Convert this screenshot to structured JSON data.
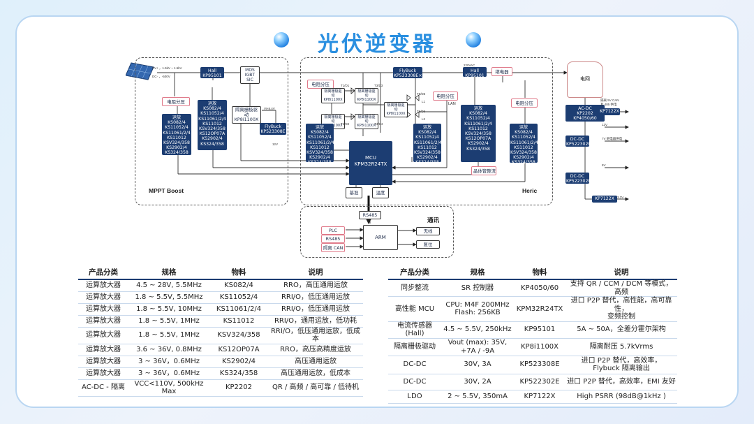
{
  "page": {
    "title": "光伏逆变器"
  },
  "diagram": {
    "sections": {
      "mppt": "MPPT Boost",
      "heric": "Heric",
      "comm": "通讯"
    },
    "panel_text": {
      "pv_plus": "PV+ ，1.5kV ~ 1.5kV",
      "dc_minus": "DC- ，-500V"
    },
    "grid": "电网",
    "labels": {
      "hall1": "Hall\nKP95101",
      "mos": "MOS\nIGBT\nSIC",
      "div_mppt": "电阻分压",
      "opamp1": "运放\nKS082/4\nKS11052/4\nKS11061/2/4\nKS11012\nKSV324/358\nKS2902/4\nKS324/358",
      "opamp2": "运放\nKS082/4\nKS11052/4\nKS11061/2/4\nKS11012\nKSV324/358\nKS12OP07A\nKS2902/4\nKS324/358",
      "gate_mppt": "隔离栅极驱动\nKP8i1100X",
      "vcc_label": "Vi+8.4V",
      "flyback1": "FlyBuck\nKP523308E",
      "flyback1_out": "12V",
      "div_heric": "电阻分压",
      "gd_a": "隔离栅极驱动\nKP8i1100X",
      "gd_b": "隔离栅极驱动\nKP8i1100X",
      "gd_c": "隔离栅极驱动\nKP8i1100X",
      "gd_d": "隔离栅极驱动\nKP8i1100X",
      "gd_e": "隔离栅极驱动\nKP8i1100X",
      "flybuck2": "FlyBuck\nKP523308E×6",
      "hall2": "Hall\nKP95101",
      "hall2_top": "220VAC",
      "relay": "继电器",
      "div_ac": "电阻分压",
      "div_grid": "电阻分压",
      "lan": "LAN",
      "opamp3": "运放\nKS082/4\nKS11052/4\nKS11061/2/4\nKS11012\nKSV324/358\nKS2902/4\nKS324/358",
      "opamp4": "运放\nKS082/4\nKS11052/4\nKS11061/2/4\nKS11012\nKSV324/358\nKS2902/4\nKS324/358",
      "opamp5": "运放\nKS082/4\nKS11052/4\nKS11061/2/4\nKS11012\nKSV324/358\nKS12OP07A\nKS2902/4\nKS324/358",
      "opamp6": "运放\nKS082/4\nKS11052/4\nKS11061/2/4\nKS11012\nKSV324/358\nKS2902/4\nKS324/358",
      "mcu": "MCU\nKPM32R24TX",
      "crystal": "晶体管整流",
      "ref": "基准",
      "temp": "温度",
      "rs485": "RS485",
      "arm": "ARM",
      "plc": "PLC",
      "rs485_b": "RS485",
      "can": "隔离 CAN",
      "wireless": "无线",
      "reset": "复位",
      "acdc": "AC-DC\nKP2202\nKP4050/60",
      "acdc_note": "隔离 5V CAN\n及 485 供电",
      "kp7122_a": "KP7122X",
      "v12": "12V",
      "dcdc1": "DC-DC\nKP522302E",
      "dcdc1_note": "7V 继电器供电",
      "v5": "5V",
      "dcdc2": "DC-DC\nKP522302E",
      "kp7122_b": "KP7122X",
      "v33": "3.3V",
      "t1": "T1/D1",
      "t2": "T2/D2",
      "t3": "T3/D3",
      "t4": "T4/D4",
      "t5": "T5/D5",
      "t6": "T6/D6",
      "l1": "L1",
      "l2": "L2"
    }
  },
  "table_left": {
    "headers": [
      "产品分类",
      "规格",
      "物料",
      "说明"
    ],
    "rows": [
      [
        "运算放大器",
        "4.5 ~ 28V, 5.5MHz",
        "KS082/4",
        "RRO，高压通用运放"
      ],
      [
        "运算放大器",
        "1.8 ~ 5.5V, 5.5MHz",
        "KS11052/4",
        "RRI/O，低压通用运放"
      ],
      [
        "运算放大器",
        "1.8 ~ 5.5V, 10MHz",
        "KS11061/2/4",
        "RRI/O，低压通用运放"
      ],
      [
        "运算放大器",
        "1.8 ~ 5.5V, 1MHz",
        "KS11012",
        "RRI/O，通用运放，低功耗"
      ],
      [
        "运算放大器",
        "1.8 ~ 5.5V, 1MHz",
        "KSV324/358",
        "RRI/O，低压通用运放，低成本"
      ],
      [
        "运算放大器",
        "3.6 ~ 36V, 0.8MHz",
        "KS12OP07A",
        "RRO，高压高精度运放"
      ],
      [
        "运算放大器",
        "3 ~ 36V，0.6MHz",
        "KS2902/4",
        "高压通用运放"
      ],
      [
        "运算放大器",
        "3 ~ 36V，0.6MHz",
        "KS324/358",
        "高压通用运放，低成本"
      ],
      [
        "AC-DC - 隔离",
        "VCC<110V, 500kHz Max",
        "KP2202",
        "QR / 高频 / 高可靠 / 低待机"
      ]
    ]
  },
  "table_right": {
    "headers": [
      "产品分类",
      "规格",
      "物料",
      "说明"
    ],
    "rows": [
      [
        "同步整流",
        "SR 控制器",
        "KP4050/60",
        "支持 QR / CCM / DCM 等模式，高频"
      ],
      [
        "高性能 MCU",
        "CPU: M4F 200MHz\nFlash: 256KB",
        "KPM32R24TX",
        "进口 P2P 替代，高性能，高可靠性，\n变频控制"
      ],
      [
        "电流传感器 (Hall)",
        "4.5 ~ 5.5V, 250kHz",
        "KP95101",
        "5A ~ 50A，全差分霍尔架构"
      ],
      [
        "隔离栅极驱动",
        "Vout (max): 35V,\n+7A / -9A",
        "KP8i1100X",
        "隔离耐压 5.7kVrms"
      ],
      [
        "DC-DC",
        "30V, 3A",
        "KP523308E",
        "进口 P2P 替代，高效率，\nFlybuck 隔离输出"
      ],
      [
        "DC-DC",
        "30V, 2A",
        "KP522302E",
        "进口 P2P 替代，高效率，EMI 友好"
      ],
      [
        "LDO",
        "2 ~ 5.5V, 350mA",
        "KP7122X",
        "High PSRR (98dB@1kHz )"
      ]
    ]
  }
}
